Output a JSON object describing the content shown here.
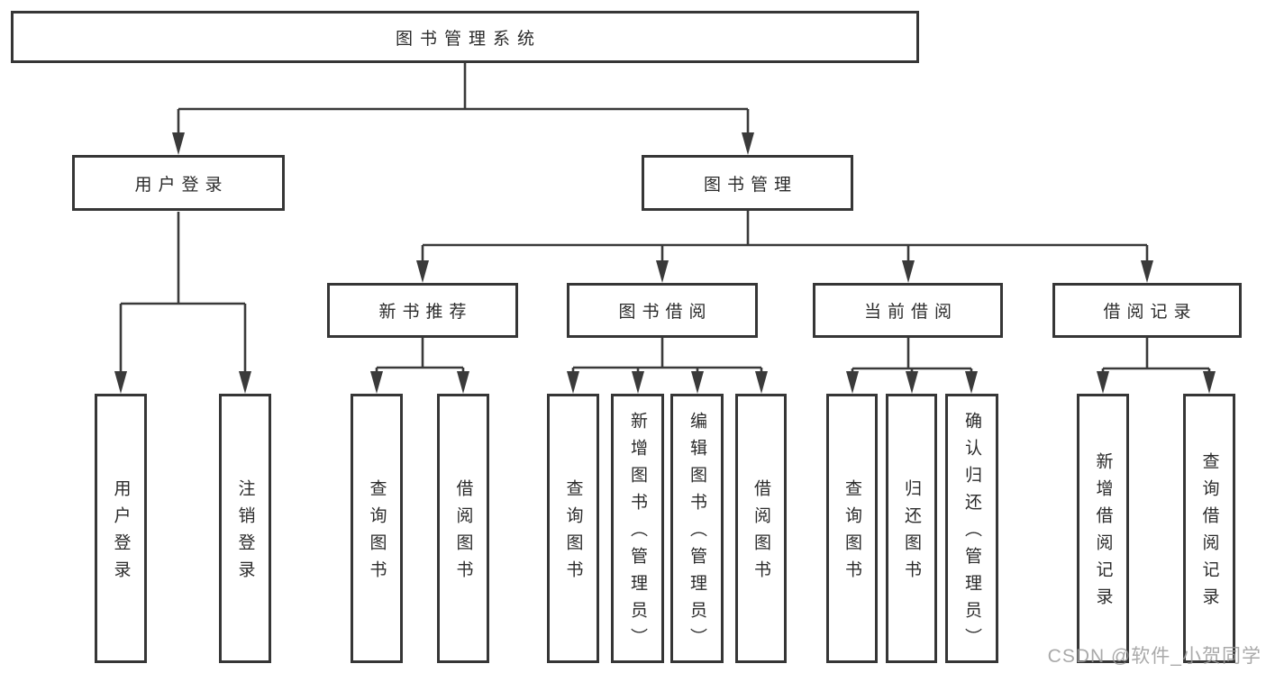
{
  "diagram": {
    "title": "图书管理系统",
    "watermark": "CSDN @软件_小贺同学",
    "colors": {
      "line": "#3a3a3a",
      "border": "#363636",
      "text": "#2b2b2b",
      "watermark_text": "#9b9b9b",
      "background": "#ffffff"
    },
    "nodes": {
      "root": "图书管理系统",
      "user_login": "用户登录",
      "book_mgmt": "图书管理",
      "new_book_rec": "新书推荐",
      "book_borrow": "图书借阅",
      "current_borrow": "当前借阅",
      "borrow_record": "借阅记录",
      "ul_user_login": "用户登录",
      "ul_logout": "注销登录",
      "nr_query_book": "查询图书",
      "nr_borrow_book": "借阅图书",
      "bb_query_book": "查询图书",
      "bb_add_book": "新增图书（管理员）",
      "bb_edit_book": "编辑图书（管理员）",
      "bb_borrow_book": "借阅图书",
      "cb_query_book": "查询图书",
      "cb_return_book": "归还图书",
      "cb_confirm_return": "确认归还（管理员）",
      "br_add_record": "新增借阅记录",
      "br_query_record": "查询借阅记录"
    },
    "hierarchy": {
      "root": [
        "user_login",
        "book_mgmt"
      ],
      "user_login": [
        "ul_user_login",
        "ul_logout"
      ],
      "book_mgmt": [
        "new_book_rec",
        "book_borrow",
        "current_borrow",
        "borrow_record"
      ],
      "new_book_rec": [
        "nr_query_book",
        "nr_borrow_book"
      ],
      "book_borrow": [
        "bb_query_book",
        "bb_add_book",
        "bb_edit_book",
        "bb_borrow_book"
      ],
      "current_borrow": [
        "cb_query_book",
        "cb_return_book",
        "cb_confirm_return"
      ],
      "borrow_record": [
        "br_add_record",
        "br_query_record"
      ]
    }
  }
}
